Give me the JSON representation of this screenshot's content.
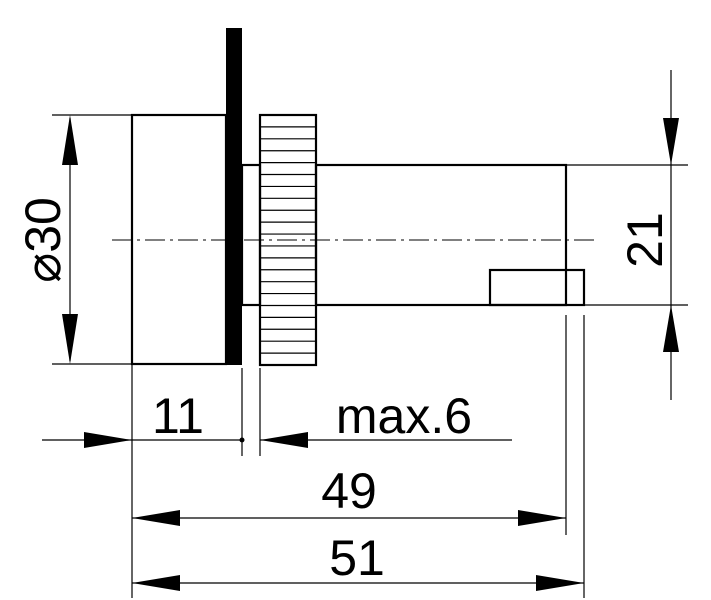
{
  "dimensions": {
    "diameter": "⌀30",
    "body_length": "11",
    "panel_thickness": "max.6",
    "length_short": "49",
    "length_total": "51",
    "height_rear": "21"
  }
}
